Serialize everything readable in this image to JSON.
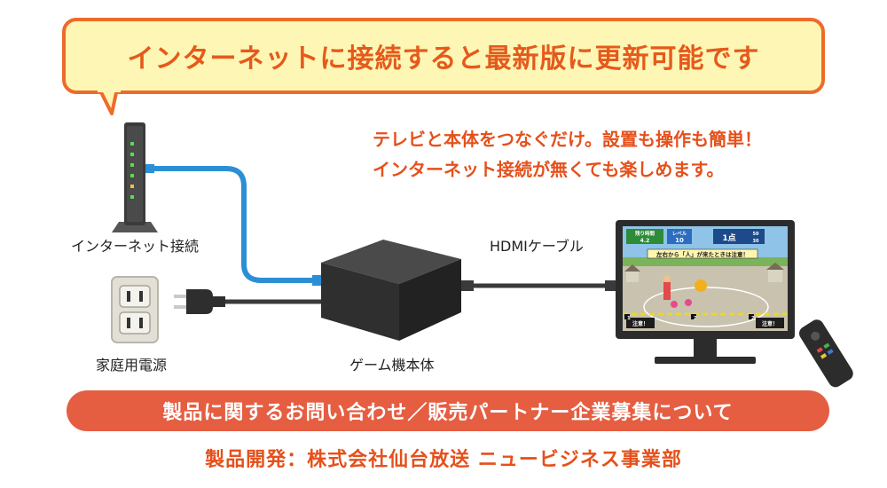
{
  "bubble": {
    "text": "インターネットに接続すると最新版に更新可能です"
  },
  "lead": {
    "line1": "テレビと本体をつなぐだけ。設置も操作も簡単！",
    "line2": "インターネット接続が無くても楽しめます。"
  },
  "labels": {
    "router": "インターネット接続",
    "outlet": "家庭用電源",
    "console": "ゲーム機本体",
    "hdmi": "HDMIケーブル"
  },
  "tv_screen": {
    "time_label": "残り時間",
    "time_value": "4.2",
    "level_label": "レベル",
    "level_value": "10",
    "score": "1点",
    "score_left": "50",
    "score_right": "30",
    "instruction": "左右から「人」が来たときは注意！",
    "marker_1": "1",
    "marker_2": "2",
    "marker_3": "2",
    "caution_left": "注意！",
    "caution_right": "注意！"
  },
  "colors": {
    "accent_orange": "#ee6b2a",
    "bubble_fill": "#fdf6b4",
    "pill_fill": "#e55e42",
    "lan_cable": "#2c8fd6",
    "dark_cable": "#3a3a3a"
  },
  "banner": {
    "label": "製品に関するお問い合わせ／販売パートナー企業募集について"
  },
  "credit": {
    "text": "製品開発：株式会社仙台放送 ニュービジネス事業部"
  }
}
